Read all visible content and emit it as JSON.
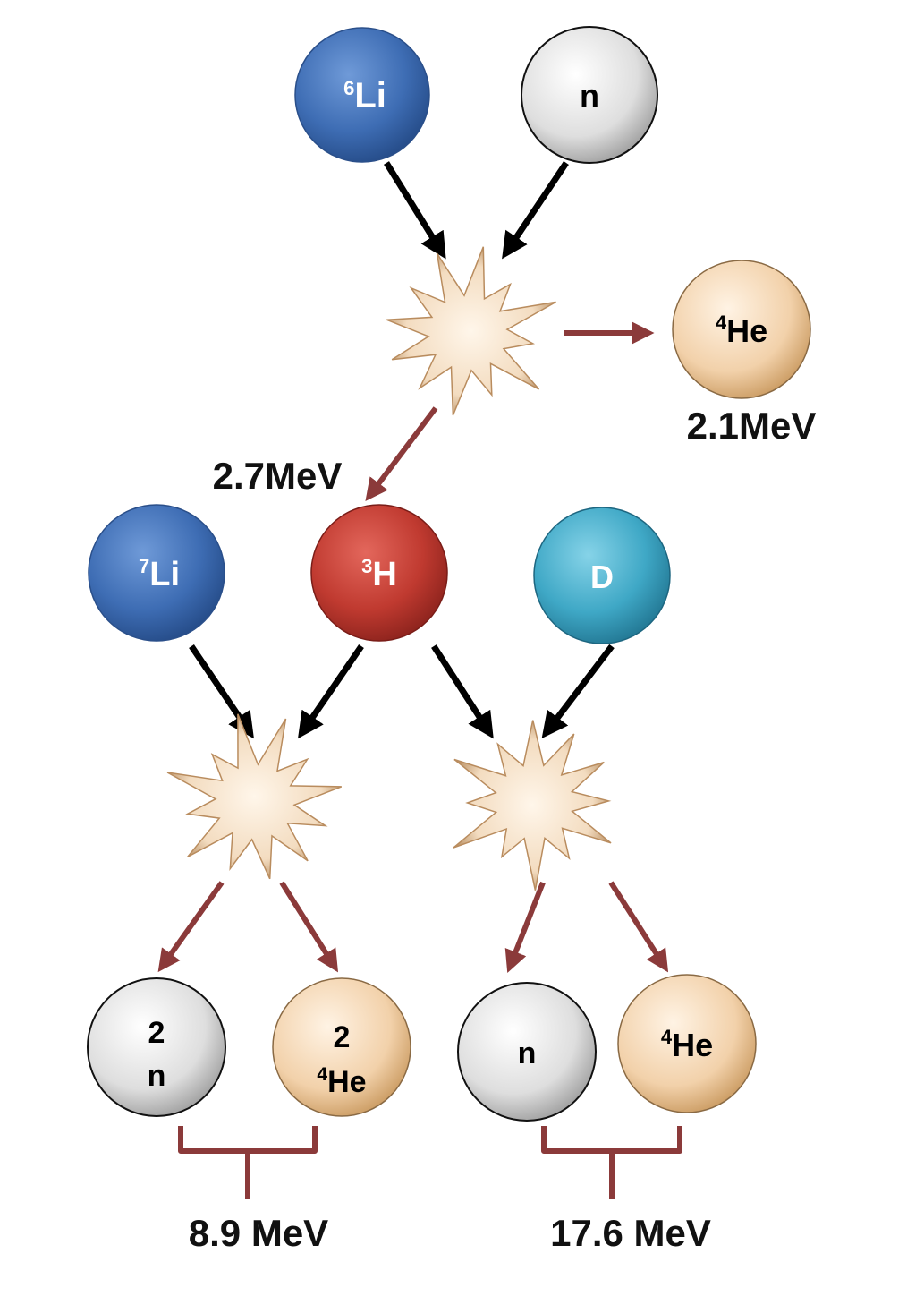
{
  "colors": {
    "lithium": "#3e6db4",
    "neutron": "#d8d8d8",
    "helium": "#f2d1aa",
    "tritium": "#c03a30",
    "deuterium": "#3fa8c6",
    "reactant_arrow": "#000000",
    "product_arrow": "#8b3a3a",
    "bracket": "#8b3a3a",
    "burst": "#f3dcc0"
  },
  "particles": {
    "li6": {
      "sup": "6",
      "main": "Li"
    },
    "n_top": {
      "main": "n"
    },
    "he4_top": {
      "sup": "4",
      "main": "He"
    },
    "li7": {
      "sup": "7",
      "main": "Li"
    },
    "h3": {
      "sup": "3",
      "main": "H"
    },
    "d": {
      "main": "D"
    },
    "two_n": {
      "count": "2",
      "main": "n"
    },
    "two_he4": {
      "count": "2",
      "sup": "4",
      "main": "He"
    },
    "n_bottom": {
      "main": "n"
    },
    "he4_bottom": {
      "sup": "4",
      "main": "He"
    }
  },
  "energies": {
    "he4_top": "2.1MeV",
    "h3": "2.7MeV",
    "left_products": "8.9 MeV",
    "right_products": "17.6 MeV"
  }
}
